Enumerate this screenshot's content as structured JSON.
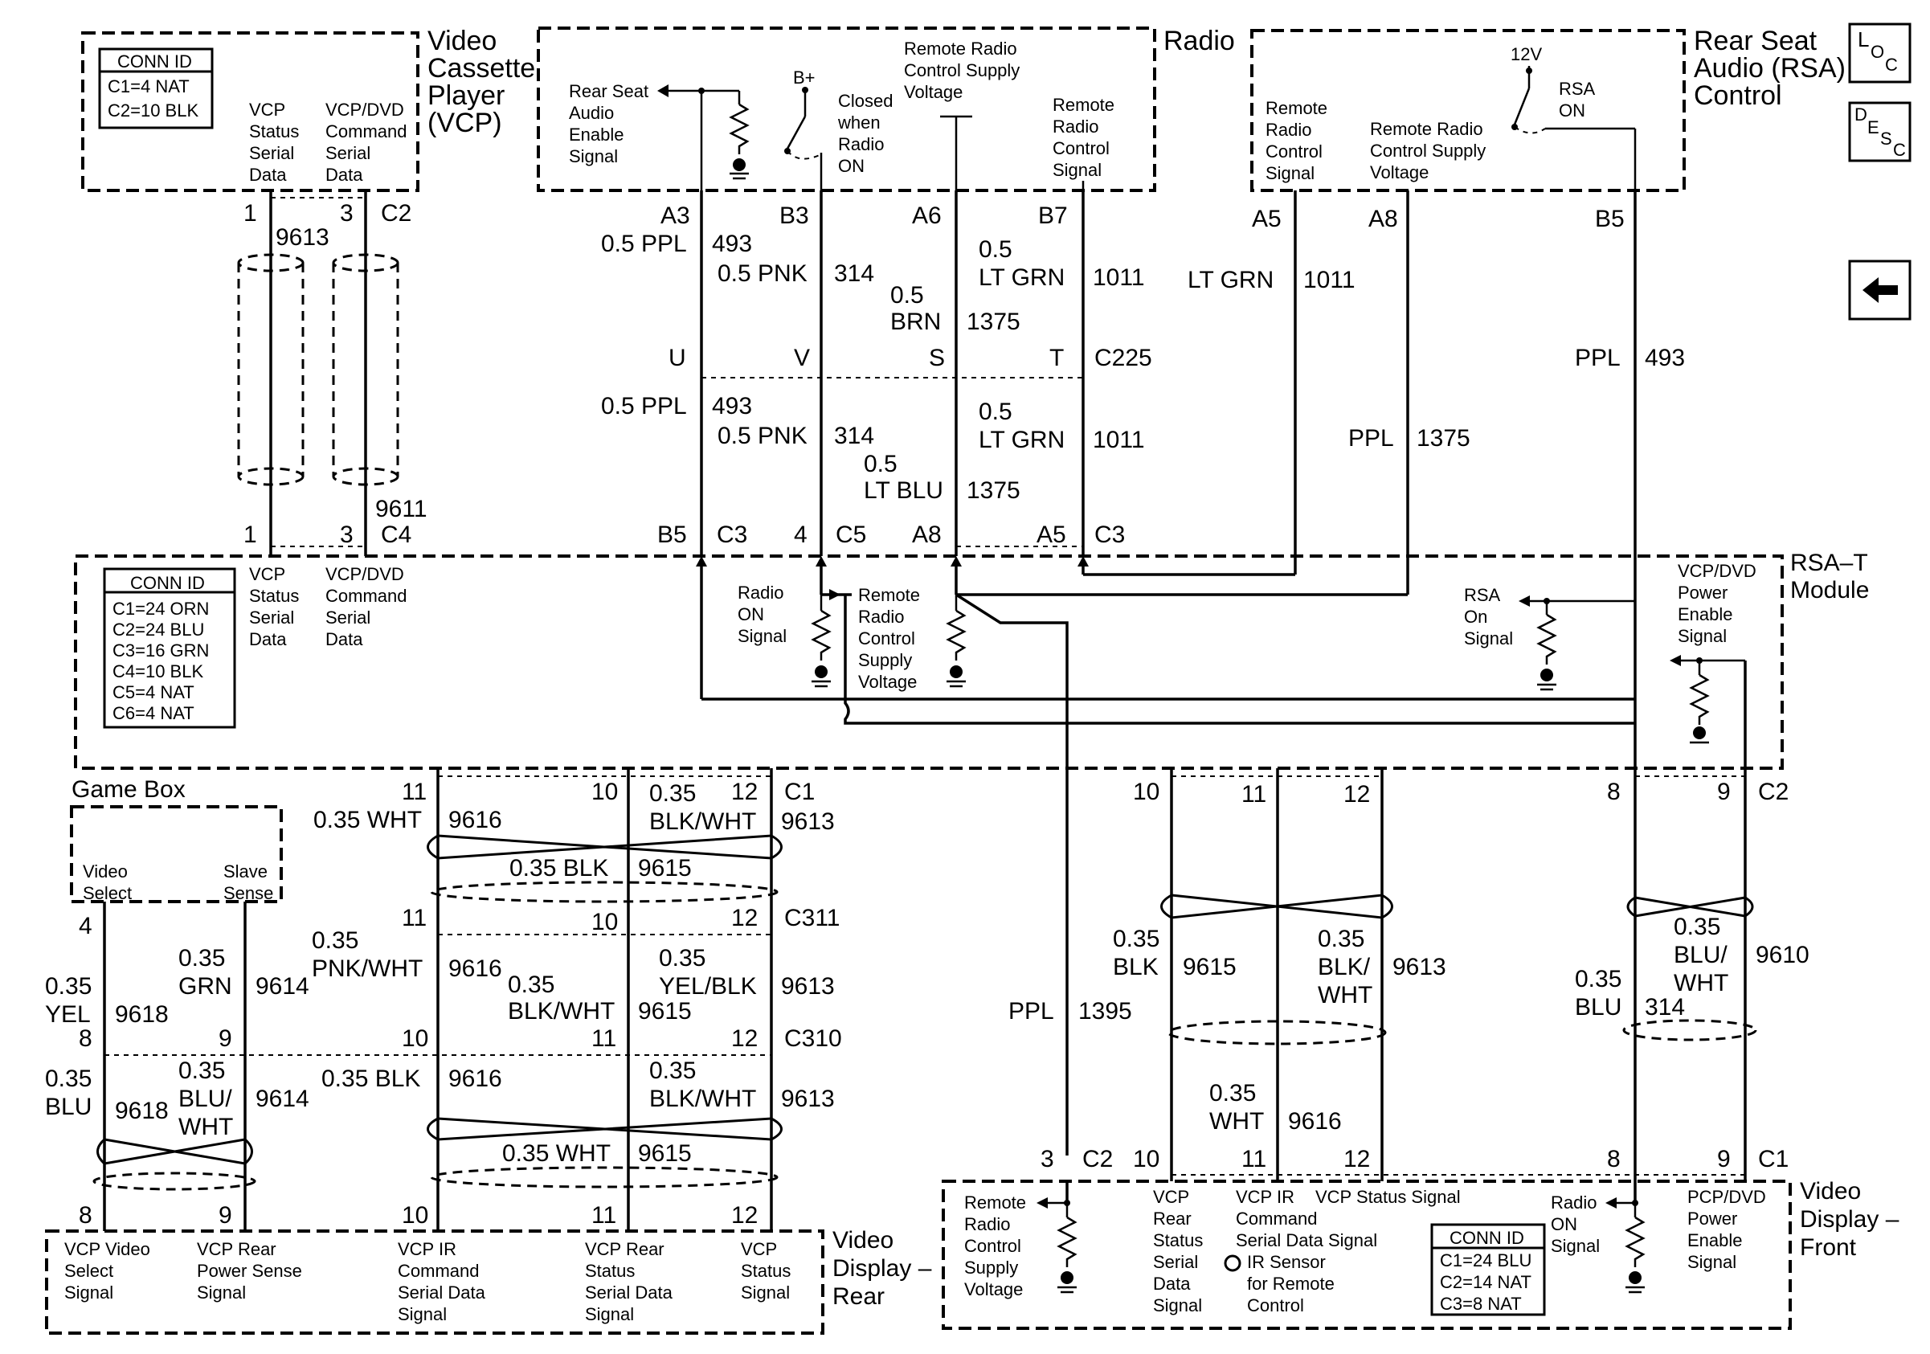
{
  "blocks": {
    "vcp": {
      "title_lines": [
        "Video",
        "Cassette",
        "Player",
        "(VCP)"
      ],
      "conn_id": {
        "header": "CONN ID",
        "rows": [
          "C1=4 NAT",
          "C2=10 BLK"
        ]
      },
      "label_status": [
        "VCP",
        "Status",
        "Serial",
        "Data"
      ],
      "label_command": [
        "VCP/DVD",
        "Command",
        "Serial",
        "Data"
      ]
    },
    "radio": {
      "title": "Radio",
      "rear_seat_enable": [
        "Rear Seat",
        "Audio",
        "Enable",
        "Signal"
      ],
      "b_plus": "B+",
      "closed_when": [
        "Closed",
        "when",
        "Radio",
        "ON"
      ],
      "remote_supply": [
        "Remote Radio",
        "Control Supply",
        "Voltage"
      ],
      "remote_control": [
        "Remote",
        "Radio",
        "Control",
        "Signal"
      ]
    },
    "rsa": {
      "title_lines": [
        "Rear Seat",
        "Audio (RSA)",
        "Control"
      ],
      "remote_control": [
        "Remote",
        "Radio",
        "Control",
        "Signal"
      ],
      "remote_supply": [
        "Remote Radio",
        "Control Supply",
        "Voltage"
      ],
      "v12": "12V",
      "rsa_on": [
        "RSA",
        "ON"
      ]
    },
    "rsat": {
      "title_lines": [
        "RSA–T",
        "Module"
      ],
      "conn_id": {
        "header": "CONN ID",
        "rows": [
          "C1=24 ORN",
          "C2=24 BLU",
          "C3=16 GRN",
          "C4=10 BLK",
          "C5=4 NAT",
          "C6=4 NAT"
        ]
      },
      "label_status": [
        "VCP",
        "Status",
        "Serial",
        "Data"
      ],
      "label_command": [
        "VCP/DVD",
        "Command",
        "Serial",
        "Data"
      ],
      "radio_on": [
        "Radio",
        "ON",
        "Signal"
      ],
      "remote_supply": [
        "Remote",
        "Radio",
        "Control",
        "Supply",
        "Voltage"
      ],
      "rsa_on": [
        "RSA",
        "On",
        "Signal"
      ],
      "vcp_power": [
        "VCP/DVD",
        "Power",
        "Enable",
        "Signal"
      ]
    },
    "gamebox": {
      "title": "Game Box",
      "video_select": [
        "Video",
        "Select"
      ],
      "slave_sense": [
        "Slave",
        "Sense"
      ]
    },
    "vdrear": {
      "title_lines": [
        "Video",
        "Display –",
        "Rear"
      ],
      "l1": [
        "VCP Video",
        "Select",
        "Signal"
      ],
      "l2": [
        "VCP Rear",
        "Power Sense",
        "Signal"
      ],
      "l3": [
        "VCP IR",
        "Command",
        "Serial Data",
        "Signal"
      ],
      "l4": [
        "VCP Rear",
        "Status",
        "Serial Data",
        "Signal"
      ],
      "l5": [
        "VCP",
        "Status",
        "Signal"
      ]
    },
    "vdfront": {
      "title_lines": [
        "Video",
        "Display –",
        "Front"
      ],
      "conn_id": {
        "header": "CONN ID",
        "rows": [
          "C1=24 BLU",
          "C2=14 NAT",
          "C3=8 NAT"
        ]
      },
      "remote_supply": [
        "Remote",
        "Radio",
        "Control",
        "Supply",
        "Voltage"
      ],
      "vcp_rear": [
        "VCP",
        "Rear",
        "Status",
        "Serial",
        "Data",
        "Signal"
      ],
      "vcp_ir": [
        "VCP IR",
        "Command",
        "Serial Data Signal"
      ],
      "vcp_status": "VCP Status Signal",
      "ir_sensor": [
        "IR Sensor",
        "for Remote",
        "Control"
      ],
      "radio_on": [
        "Radio",
        "ON",
        "Signal"
      ],
      "pcp_power": [
        "PCP/DVD",
        "Power",
        "Enable",
        "Signal"
      ]
    }
  },
  "icons": {
    "loc": [
      "L",
      "O",
      "C"
    ],
    "desc": [
      "D",
      "E",
      "S",
      "C"
    ],
    "back": "back-arrow"
  },
  "labels": {
    "pin_A3": "A3",
    "pin_B3": "B3",
    "pin_A6": "A6",
    "pin_B7": "B7",
    "pin_A5": "A5",
    "pin_A8": "A8",
    "pin_B5": "B5",
    "w_05ppl": "0.5 PPL",
    "c_493": "493",
    "w_05pnk": "0.5 PNK",
    "c_314": "314",
    "w_05": "0.5",
    "w_brn": "BRN",
    "c_1375": "1375",
    "w_ltgrn": "LT GRN",
    "c_1011": "1011",
    "w_ltblu": "LT BLU",
    "w_ppl": "PPL",
    "c225": "C225",
    "pin_U": "U",
    "pin_V": "V",
    "pin_S": "S",
    "pin_T": "T",
    "pin_1": "1",
    "pin_3": "3",
    "pin_4": "4",
    "pin_8": "8",
    "pin_9": "9",
    "pin_10": "10",
    "pin_11": "11",
    "pin_12": "12",
    "c1": "C1",
    "c2": "C2",
    "c3": "C3",
    "c4": "C4",
    "c5": "C5",
    "c311": "C311",
    "c310": "C310",
    "c_9613": "9613",
    "c_9611": "9611",
    "c_9615": "9615",
    "c_9616": "9616",
    "c_9614": "9614",
    "c_9618": "9618",
    "c_9610": "9610",
    "c_1395": "1395",
    "w_035wht": "0.35 WHT",
    "w_035blk": "0.35 BLK",
    "w_035": "0.35",
    "w_blkwht": "BLK/WHT",
    "w_blk_slash": "BLK/",
    "w_wht": "WHT",
    "w_pnkwht": "PNK/WHT",
    "w_yelblk": "YEL/BLK",
    "w_grn": "GRN",
    "w_yel": "YEL",
    "w_blu": "BLU",
    "w_blu_slash": "BLU/",
    "w_blk": "BLK"
  }
}
